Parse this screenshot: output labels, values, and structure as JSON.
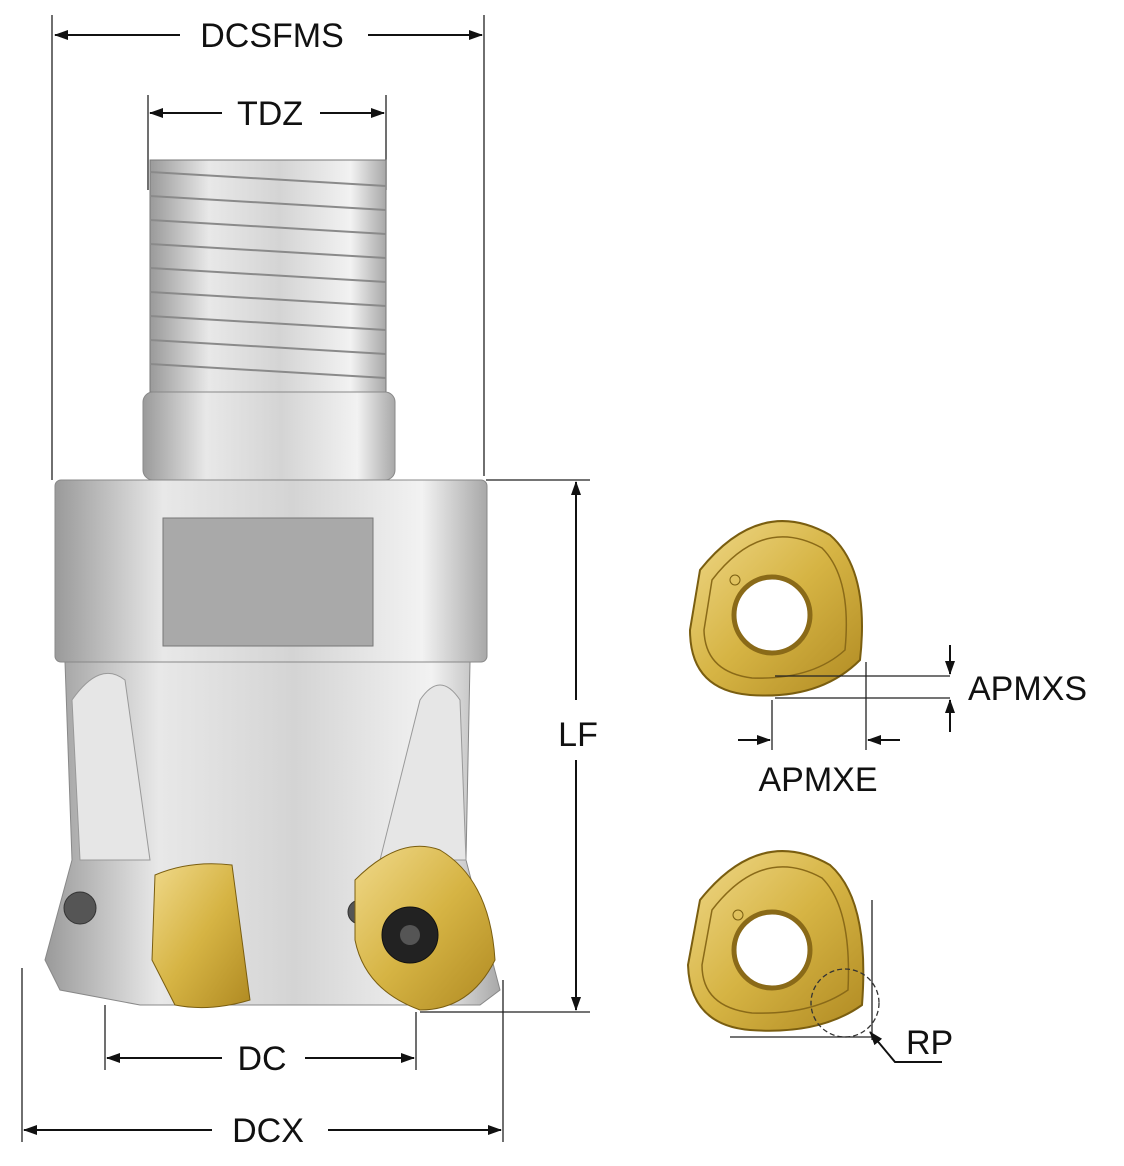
{
  "title": "Face milling cutter with screw-on (threaded) shank and inserts – dimension diagram",
  "labels": {
    "dcsfms": "DCSFMS",
    "tdz": "TDZ",
    "lf": "LF",
    "dc": "DC",
    "dcx": "DCX",
    "apmxs": "APMXS",
    "apmxe": "APMXE",
    "rp": "RP"
  },
  "colors": {
    "insert_gold": "#d9b94a",
    "body_silver": "#c8c8c8",
    "line": "#111111"
  }
}
